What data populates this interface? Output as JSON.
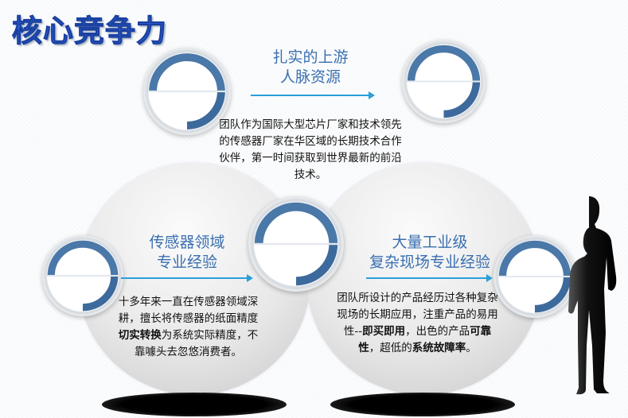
{
  "title": "核心竞争力",
  "top": {
    "heading": [
      "扎实的上游",
      "人脉资源"
    ],
    "text": "团队作为国际大型芯片厂家和技术领先的传感器厂家在华区域的长期技术合作伙伴，第一时间获取到世界最新的前沿技术。"
  },
  "left": {
    "heading": [
      "传感器领域",
      "专业经验"
    ],
    "text_parts": [
      "十多年来一直在传感器领域深耕，擅长将传感器的纸面精度",
      "切实转换",
      "为系统实际精度，不靠噱头去忽悠消费者。"
    ]
  },
  "right": {
    "heading": [
      "大量工业级",
      "复杂现场专业经验"
    ],
    "text_parts": [
      "团队所设计的产品经历过各种复杂现场的长期应用，注重产品的易用性--",
      "即买即用",
      "，出色的产品",
      "可靠性",
      "，超低的",
      "系统故障率",
      "。"
    ]
  },
  "colors": {
    "accent": "#2a9fd8",
    "ring": "#4a78a8",
    "heading": "#3a6fb0",
    "title": "#2a63d6"
  }
}
